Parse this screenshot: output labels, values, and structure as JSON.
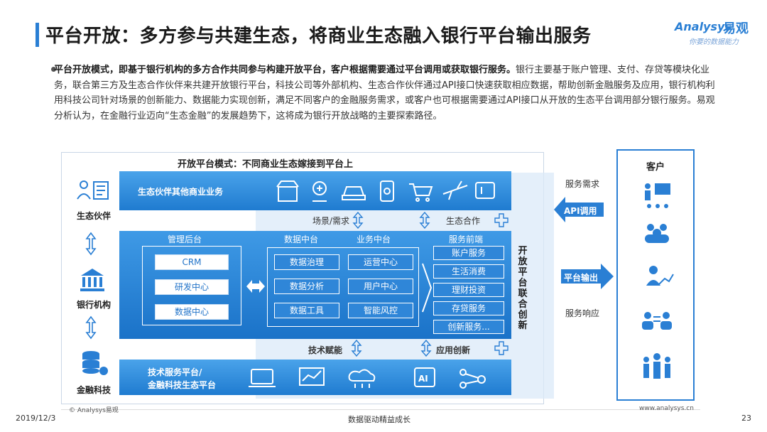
{
  "header": {
    "title": "平台开放：多方参与共建生态，将商业生态融入银行平台输出服务",
    "logo_en": "Analysys",
    "logo_cn": "易观",
    "logo_tag": "你要的数据能力"
  },
  "intro": {
    "bold": "平台开放模式，即基于银行机构的多方合作共同参与构建开放平台，客户根据需要通过平台调用或获取银行服务。",
    "text": "银行主要基于账户管理、支付、存贷等模块化业务，联合第三方及生态合作伙伴来共建开放银行平台，科技公司等外部机构、生态合作伙伴通过API接口快速获取相应数据，帮助创新金融服务及应用，银行机构利用科技公司针对场景的创新能力、数据能力实现创新，满足不同客户的金融服务需求，或客户也可根据需要通过API接口从开放的生态平台调用部分银行服务。易观分析认为，在金融行业迈向“生态金融”的发展趋势下，这将成为银行开放战略的主要探索路径。"
  },
  "diagram": {
    "title": "开放平台模式：不同商业生态嫁接到平台上",
    "left_labels": [
      "生态伙伴",
      "银行机构",
      "金融科技"
    ],
    "top_band": "生态伙伴其他商业业务",
    "mid_labels": {
      "scene": "场景/需求",
      "eco": "生态合作",
      "tech": "技术赋能",
      "app": "应用创新"
    },
    "admin": {
      "title": "管理后台",
      "items": [
        "CRM",
        "研发中心",
        "数据中心"
      ]
    },
    "data_center": {
      "title": "数据中台",
      "items": [
        "数据治理",
        "数据分析",
        "数据工具"
      ]
    },
    "biz_center": {
      "title": "业务中台",
      "items": [
        "运营中心",
        "用户中心",
        "智能风控"
      ]
    },
    "front": {
      "title": "服务前端",
      "items": [
        "账户服务",
        "生活消费",
        "理财投资",
        "存贷服务",
        "创新服务..."
      ]
    },
    "vertical": "开放平台 联合创新",
    "bottom_band": [
      "技术服务平台/",
      "金融科技生态平台"
    ],
    "right_title": "客户",
    "service_demand": "服务需求",
    "api_call": "API调用",
    "platform_output": "平台输出",
    "service_response": "服务响应"
  },
  "footer": {
    "date": "2019/12/3",
    "copyright": "© Analysys易观",
    "slogan": "数据驱动精益成长",
    "url": "www.analysys.cn",
    "page": "23"
  },
  "colors": {
    "accent": "#2a7fd4",
    "band_light": "#4aa3ea",
    "band_dark": "#1f7bd0"
  }
}
